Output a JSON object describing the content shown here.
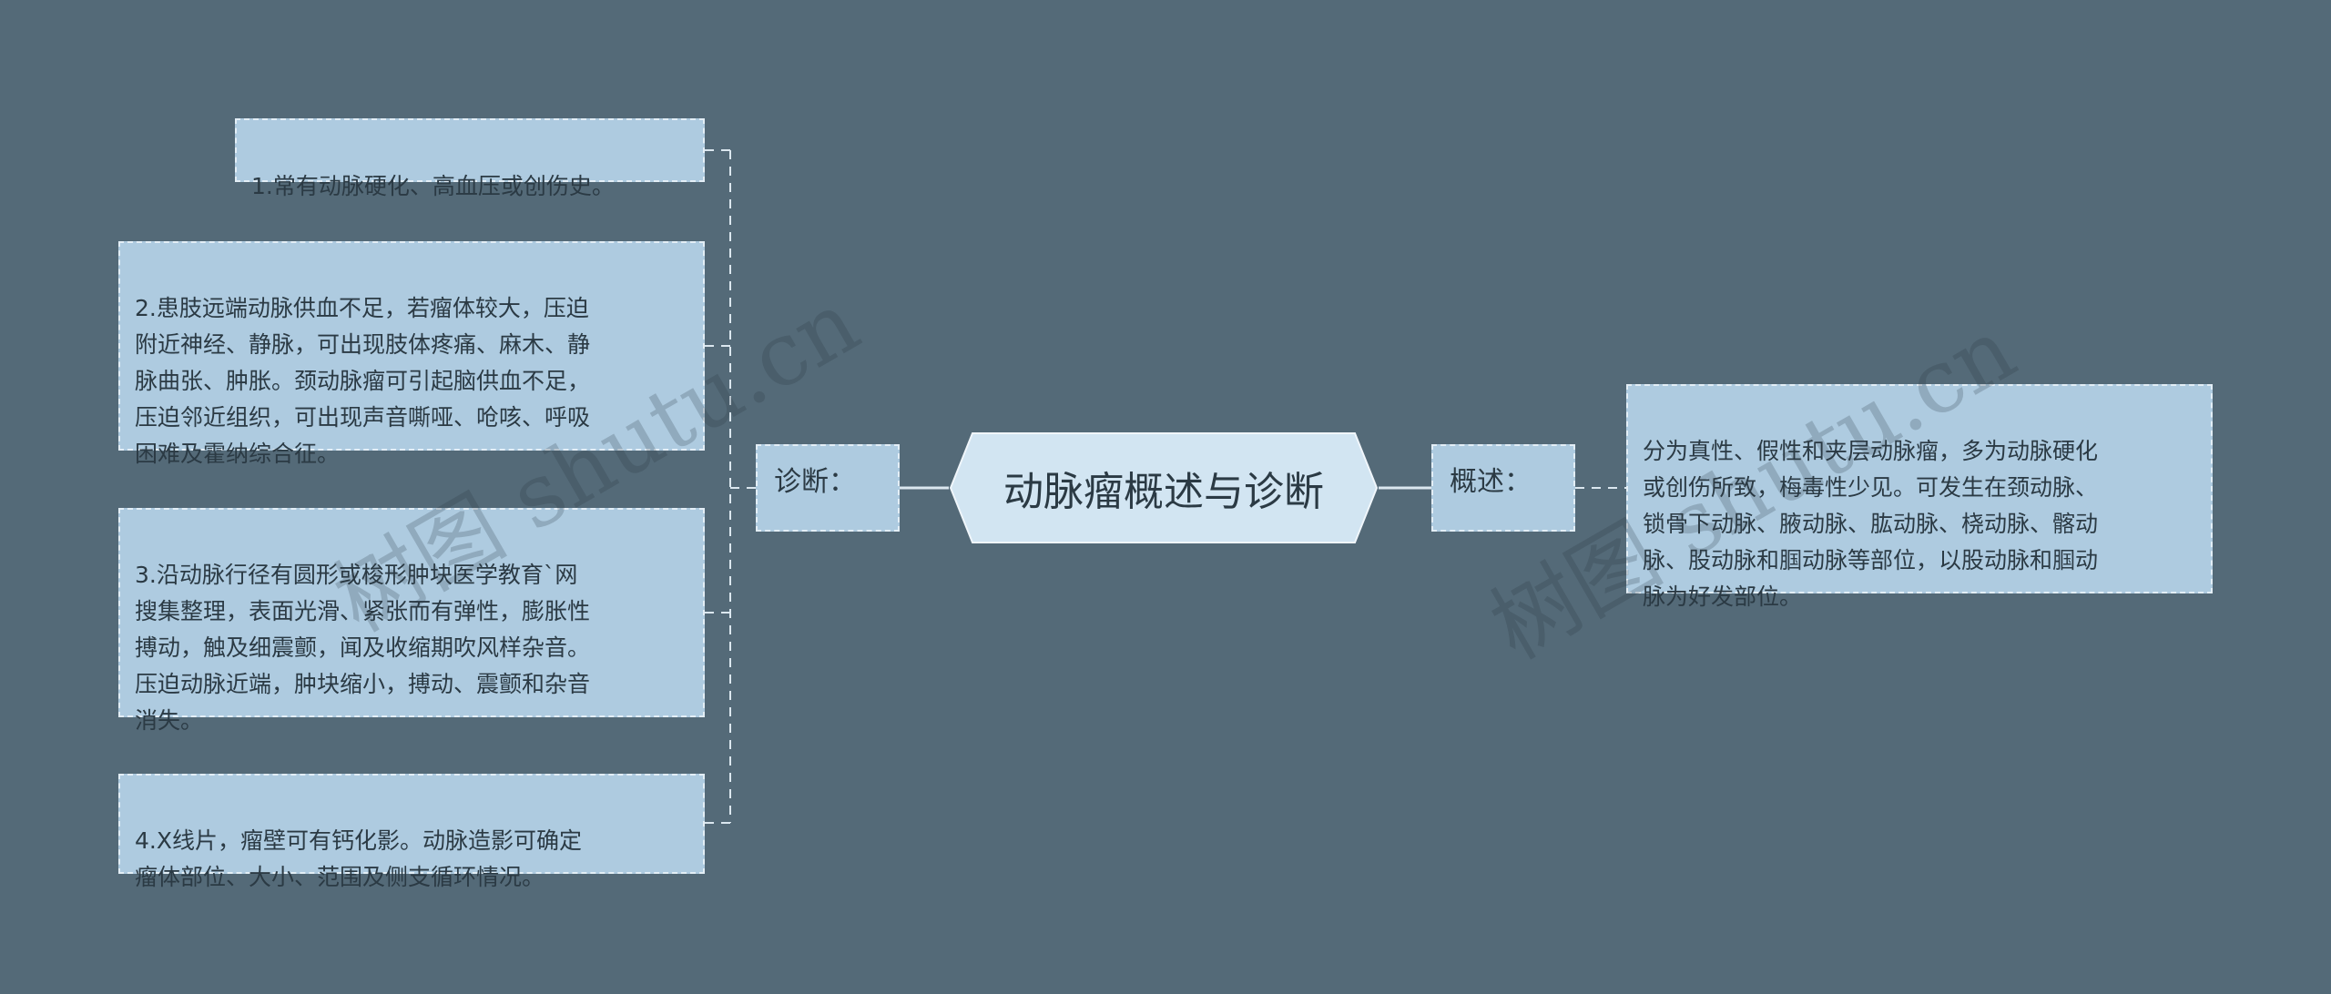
{
  "diagram": {
    "root": {
      "label": "动脉瘤概述与诊断"
    },
    "branches": {
      "diagnosis": {
        "label": "诊断：",
        "items": [
          "1.常有动脉硬化、高血压或创伤史。",
          "2.患肢远端动脉供血不足，若瘤体较大，压迫\n附近神经、静脉，可出现肢体疼痛、麻木、静\n脉曲张、肿胀。颈动脉瘤可引起脑供血不足，\n压迫邻近组织，可出现声音嘶哑、呛咳、呼吸\n困难及霍纳综合征。",
          "3.沿动脉行径有圆形或梭形肿块医学教育`网\n搜集整理，表面光滑、紧张而有弹性，膨胀性\n搏动，触及细震颤，闻及收缩期吹风样杂音。\n压迫动脉近端，肿块缩小，搏动、震颤和杂音\n消失。",
          "4.X线片，瘤壁可有钙化影。动脉造影可确定\n瘤体部位、大小、范围及侧支循环情况。"
        ]
      },
      "overview": {
        "label": "概述：",
        "items": [
          "分为真性、假性和夹层动脉瘤，多为动脉硬化\n或创伤所致，梅毒性少见。可发生在颈动脉、\n锁骨下动脉、腋动脉、肱动脉、桡动脉、髂动\n脉、股动脉和腘动脉等部位，以股动脉和腘动\n脉为好发部位。"
        ]
      }
    }
  },
  "watermarks": [
    "树图 shutu.cn",
    "树图 shutu.cn"
  ],
  "colors": {
    "background": "#546a78",
    "node_fill": "#aecbe0",
    "root_fill": "#d2e5f2",
    "connector": "#dbe7ef"
  }
}
